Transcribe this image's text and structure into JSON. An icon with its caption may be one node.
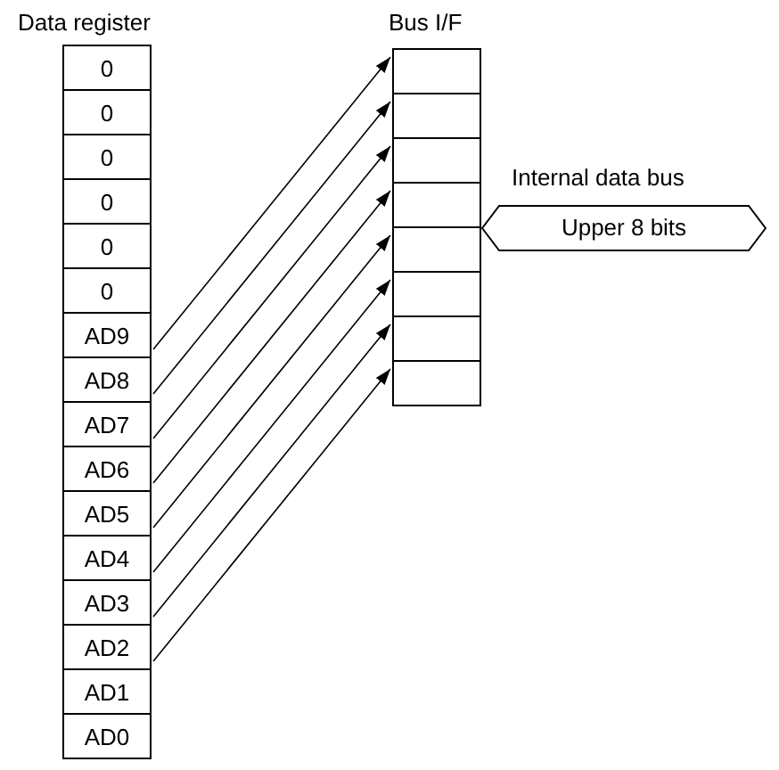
{
  "diagram": {
    "nodes": [
      {
        "text": [
          "Data register"
        ]
      },
      {
        "text": [
          "0"
        ],
        "in": 0
      },
      {
        "text": [
          "0"
        ],
        "in": 0
      },
      {
        "text": [
          "0"
        ],
        "in": 0
      },
      {
        "text": [
          "0"
        ],
        "in": 0
      },
      {
        "text": [
          "0"
        ],
        "in": 0
      },
      {
        "text": [
          "0"
        ],
        "in": 0
      },
      {
        "text": [
          "AD9"
        ],
        "in": 0
      },
      {
        "text": [
          "AD8"
        ],
        "in": 0
      },
      {
        "text": [
          "AD7"
        ],
        "in": 0
      },
      {
        "text": [
          "AD6"
        ],
        "in": 0
      },
      {
        "text": [
          "AD5"
        ],
        "in": 0
      },
      {
        "text": [
          "AD4"
        ],
        "in": 0
      },
      {
        "text": [
          "AD3"
        ],
        "in": 0
      },
      {
        "text": [
          "AD2"
        ],
        "in": 0
      },
      {
        "text": [
          "AD1"
        ],
        "in": 0
      },
      {
        "text": [
          "AD0"
        ],
        "in": 0
      },
      {
        "text": [
          "Bus I/F"
        ]
      },
      {
        "text": [],
        "shape": "box",
        "in": 17
      },
      {
        "text": [],
        "shape": "box",
        "in": 17
      },
      {
        "text": [],
        "shape": "box",
        "in": 17
      },
      {
        "text": [],
        "shape": "box",
        "in": 17
      },
      {
        "text": [],
        "shape": "box",
        "in": 17
      },
      {
        "text": [],
        "shape": "box",
        "in": 17
      },
      {
        "text": [],
        "shape": "box",
        "in": 17
      },
      {
        "text": [],
        "shape": "box",
        "in": 17
      },
      {
        "text": [
          "Upper 8 bits"
        ],
        "beside": [
          "Internal data bus"
        ]
      }
    ],
    "edges": [
      {
        "from": 7,
        "to": 18,
        "arrow": "to"
      },
      {
        "from": 8,
        "to": 19,
        "arrow": "to"
      },
      {
        "from": 9,
        "to": 20,
        "arrow": "to"
      },
      {
        "from": 10,
        "to": 21,
        "arrow": "to"
      },
      {
        "from": 11,
        "to": 22,
        "arrow": "to"
      },
      {
        "from": 12,
        "to": 23,
        "arrow": "to"
      },
      {
        "from": 13,
        "to": 24,
        "arrow": "to"
      },
      {
        "from": 14,
        "to": 25,
        "arrow": "to"
      }
    ]
  }
}
